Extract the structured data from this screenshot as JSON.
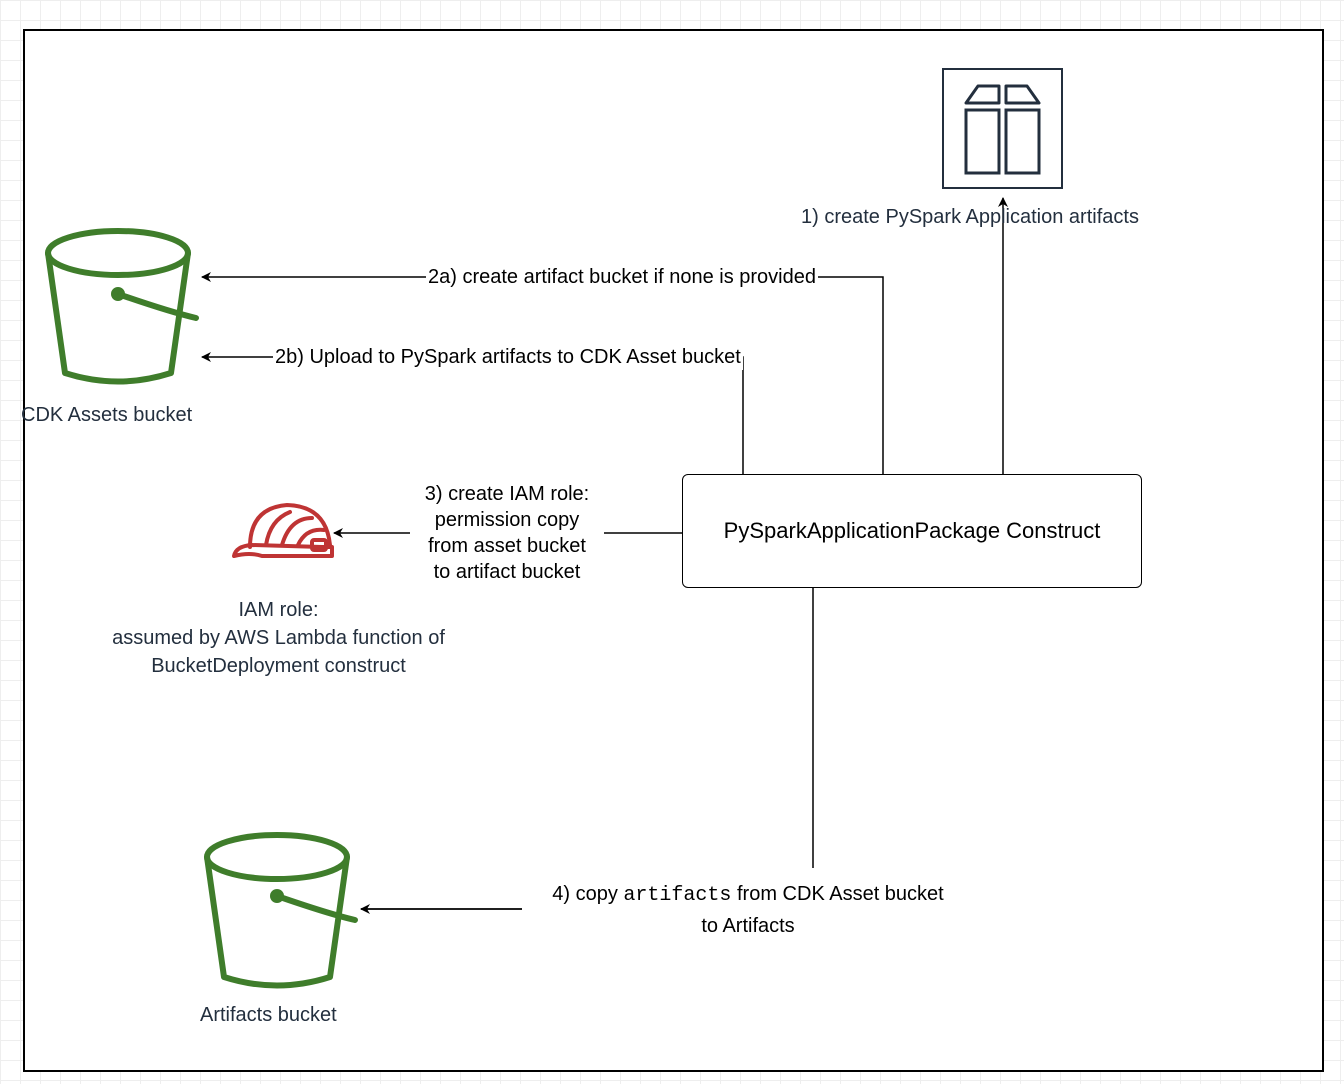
{
  "colors": {
    "bucket": "#3f7d2b",
    "iam": "#bf3434",
    "package_icon": "#232f3e",
    "line": "#000000"
  },
  "icons": {
    "package": "package-icon",
    "bucket": "s3-bucket-icon",
    "iam_role": "iam-role-helmet-icon"
  },
  "nodes": {
    "construct": {
      "label": "PySparkApplicationPackage Construct"
    },
    "cdk_assets_bucket": {
      "label": "CDK Assets bucket"
    },
    "artifacts_bucket": {
      "label": "Artifacts bucket"
    },
    "iam_role": {
      "line1": "IAM role:",
      "line2": "assumed by AWS Lambda function of",
      "line3": "BucketDeployment construct"
    },
    "package": {
      "label": "1) create PySpark Application artifacts"
    }
  },
  "edges": {
    "step_2a": "2a) create artifact bucket if none is provided",
    "step_2b": "2b) Upload to PySpark artifacts to CDK Asset bucket",
    "step_3": {
      "line1": "3) create IAM role:",
      "line2": "permission copy",
      "line3": "from asset bucket",
      "line4": "to artifact bucket"
    },
    "step_4": {
      "prefix": "4) copy ",
      "code": "artifacts",
      "suffix": " from CDK Asset bucket",
      "line2": "to Artifacts"
    }
  }
}
